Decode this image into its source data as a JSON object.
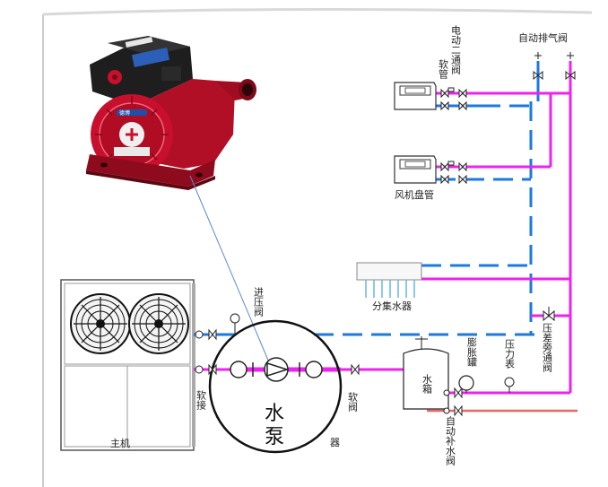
{
  "labels": {
    "main_unit": "主机",
    "hose_label": "软接",
    "inlet_pressure_valve": "进压阀",
    "pump_title": "水泵",
    "filter_label": "器",
    "soft_valve_label": "软阀",
    "water_tank": "水箱",
    "expansion_tank": "膨胀罐",
    "pressure_gauge": "压力表",
    "auto_fill_valve": "自动补水阀",
    "manifold": "分集水器",
    "fan_coil": "风机盘管",
    "soft_pipe": "软管",
    "two_way_valve": "电动二通阀",
    "auto_vent_valve": "自动排气阀",
    "bypass_valve": "压差旁通阀"
  },
  "pump_product": {
    "brand_badge": "德博"
  },
  "colors": {
    "supply_pipe": "#ee22ee",
    "return_pipe": "#1a7ae0",
    "makeup_pipe": "#ee6666",
    "pump_red": "#c8102e"
  }
}
